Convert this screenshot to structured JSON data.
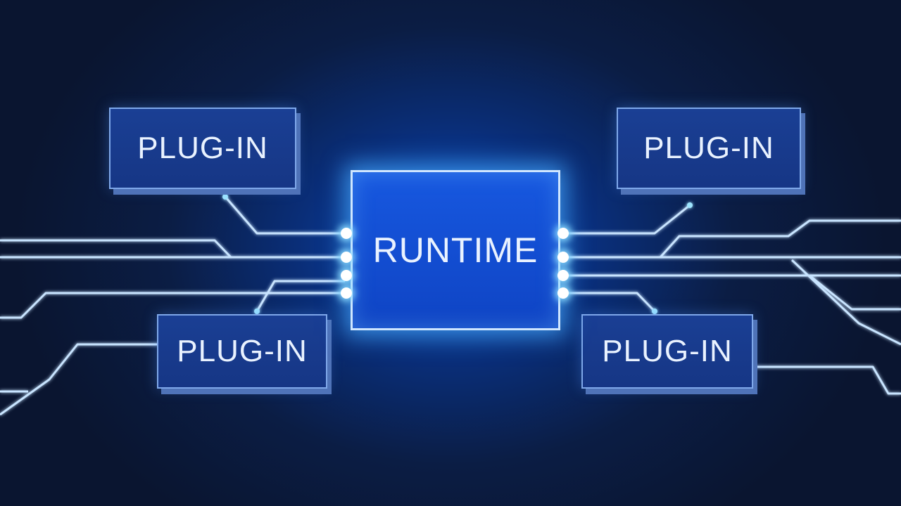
{
  "diagram": {
    "center_label": "RUNTIME",
    "plugins": [
      {
        "label": "PLUG-IN"
      },
      {
        "label": "PLUG-IN"
      },
      {
        "label": "PLUG-IN"
      },
      {
        "label": "PLUG-IN"
      }
    ],
    "colors": {
      "background": "#0a1530",
      "box_fill": "#163685",
      "runtime_fill": "#1758e0",
      "trace_color": "#c8e4ff",
      "glow": "#46aaff"
    }
  }
}
